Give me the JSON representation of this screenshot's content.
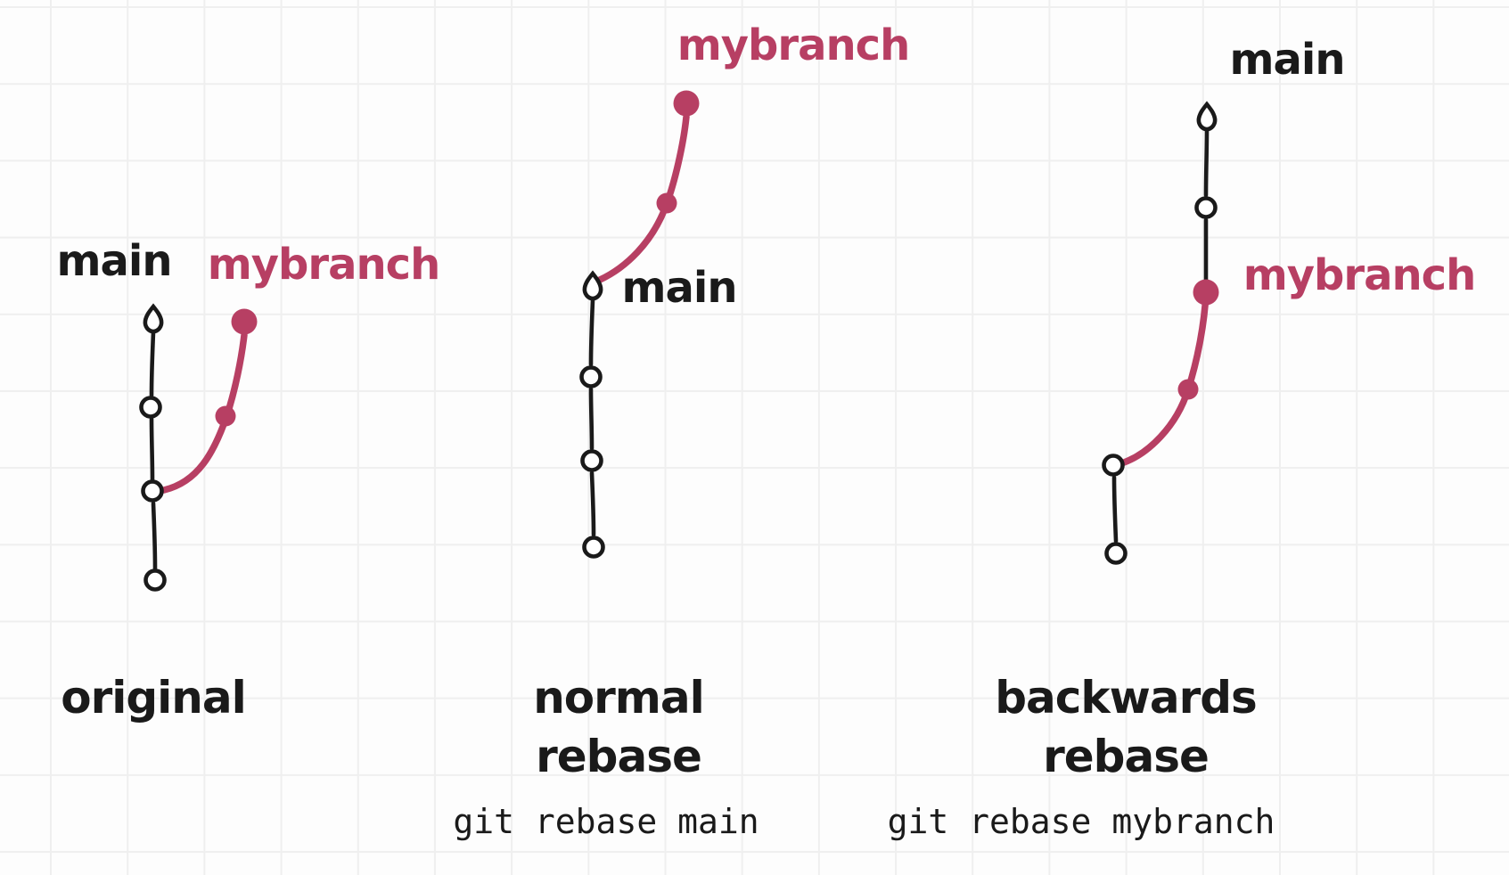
{
  "theme": {
    "css_vars": "--bg:#fdfdfd;--grid:#efefef;--ink:#1a1a1a;--pink:#b73f63",
    "background": "#fdfdfd",
    "grid_line": "#efefef",
    "ink_black": "#1a1a1a",
    "branch_pink": "#b73f63"
  },
  "panels": {
    "original": {
      "main_label": "main",
      "mybranch_label": "mybranch",
      "caption": "original"
    },
    "normal_rebase": {
      "mybranch_label": "mybranch",
      "main_label": "main",
      "caption_line1": "normal",
      "caption_line2": "rebase",
      "command": "git rebase main"
    },
    "backwards_rebase": {
      "main_label": "main",
      "mybranch_label": "mybranch",
      "caption_line1": "backwards",
      "caption_line2": "rebase",
      "command": "git rebase mybranch"
    }
  }
}
